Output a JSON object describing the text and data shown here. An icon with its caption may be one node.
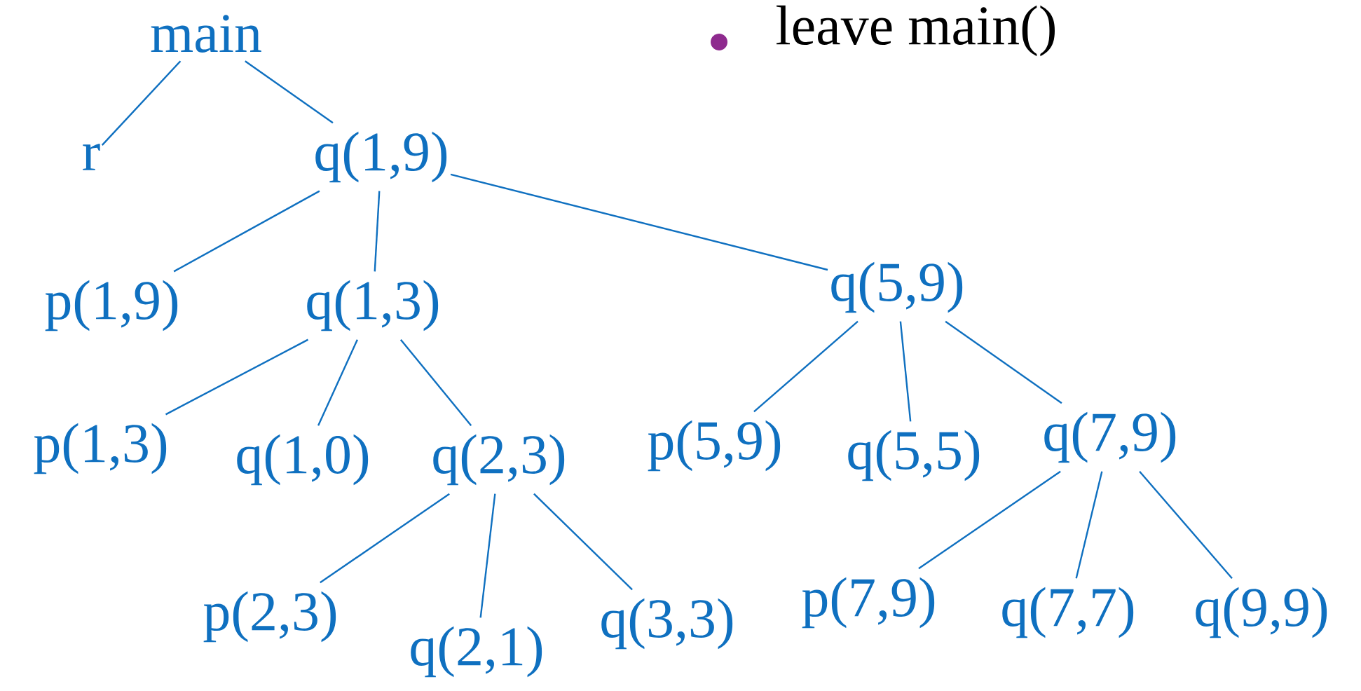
{
  "diagram": {
    "nodes": [
      {
        "text": [
          "main"
        ]
      },
      {
        "text": [
          "r"
        ]
      },
      {
        "text": [
          "q(1,9)"
        ]
      },
      {
        "text": [
          "p(1,9)"
        ]
      },
      {
        "text": [
          "q(1,3)"
        ]
      },
      {
        "text": [
          "q(5,9)"
        ]
      },
      {
        "text": [
          "p(1,3)"
        ]
      },
      {
        "text": [
          "q(1,0)"
        ]
      },
      {
        "text": [
          "q(2,3)"
        ]
      },
      {
        "text": [
          "p(5,9)"
        ]
      },
      {
        "text": [
          "q(5,5)"
        ]
      },
      {
        "text": [
          "q(7,9)"
        ]
      },
      {
        "text": [
          "p(2,3)"
        ]
      },
      {
        "text": [
          "q(2,1)"
        ]
      },
      {
        "text": [
          "q(3,3)"
        ]
      },
      {
        "text": [
          "p(7,9)"
        ]
      },
      {
        "text": [
          "q(7,7)"
        ]
      },
      {
        "text": [
          "q(9,9)"
        ]
      }
    ],
    "edges": [
      {
        "from": 0,
        "to": 1,
        "arrow": "none"
      },
      {
        "from": 0,
        "to": 2,
        "arrow": "none"
      },
      {
        "from": 2,
        "to": 3,
        "arrow": "none"
      },
      {
        "from": 2,
        "to": 4,
        "arrow": "none"
      },
      {
        "from": 2,
        "to": 5,
        "arrow": "none"
      },
      {
        "from": 4,
        "to": 6,
        "arrow": "none"
      },
      {
        "from": 4,
        "to": 7,
        "arrow": "none"
      },
      {
        "from": 4,
        "to": 8,
        "arrow": "none"
      },
      {
        "from": 5,
        "to": 9,
        "arrow": "none"
      },
      {
        "from": 5,
        "to": 10,
        "arrow": "none"
      },
      {
        "from": 5,
        "to": 11,
        "arrow": "none"
      },
      {
        "from": 8,
        "to": 12,
        "arrow": "none"
      },
      {
        "from": 8,
        "to": 13,
        "arrow": "none"
      },
      {
        "from": 8,
        "to": 14,
        "arrow": "none"
      },
      {
        "from": 11,
        "to": 15,
        "arrow": "none"
      },
      {
        "from": 11,
        "to": 16,
        "arrow": "none"
      },
      {
        "from": 11,
        "to": 17,
        "arrow": "none"
      }
    ],
    "labels": [
      "leave main()"
    ]
  }
}
